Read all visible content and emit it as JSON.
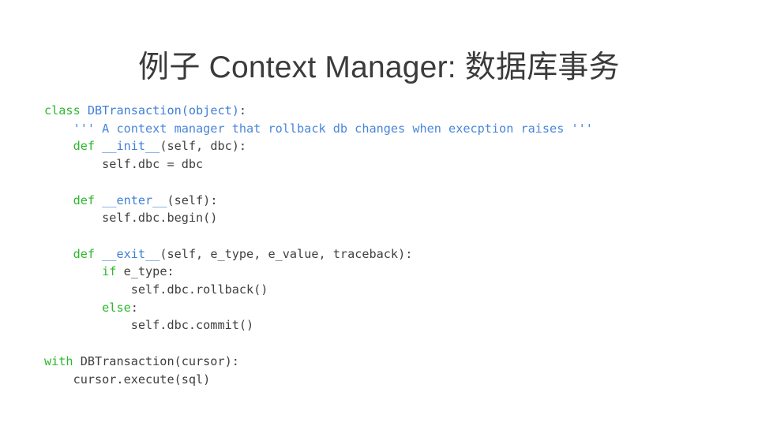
{
  "slide": {
    "title": "例子 Context Manager: 数据库事务",
    "background_color": "#ffffff",
    "title_color": "#3b3b3b"
  },
  "theme": {
    "keyword_color": "#2eb82e",
    "name_color": "#3f7fd6",
    "string_color": "#4a86d8",
    "plain_color": "#3f3f3f"
  },
  "code": {
    "language": "python",
    "lines": [
      {
        "id": "line-1",
        "tokens": [
          {
            "t": "class",
            "k": "kw"
          },
          {
            "t": " ",
            "k": "plain"
          },
          {
            "t": "DBTransaction(object)",
            "k": "name"
          },
          {
            "t": ":",
            "k": "plain"
          }
        ]
      },
      {
        "id": "line-2",
        "tokens": [
          {
            "t": "    ",
            "k": "plain"
          },
          {
            "t": "''' A context manager that rollback db changes when execption raises '''",
            "k": "str"
          }
        ]
      },
      {
        "id": "line-3",
        "tokens": [
          {
            "t": "    ",
            "k": "plain"
          },
          {
            "t": "def",
            "k": "kw"
          },
          {
            "t": " ",
            "k": "plain"
          },
          {
            "t": "__init__",
            "k": "name"
          },
          {
            "t": "(self, dbc):",
            "k": "plain"
          }
        ]
      },
      {
        "id": "line-4",
        "tokens": [
          {
            "t": "        self.dbc = dbc",
            "k": "plain"
          }
        ]
      },
      {
        "id": "line-5",
        "tokens": [
          {
            "t": "",
            "k": "plain"
          }
        ]
      },
      {
        "id": "line-6",
        "tokens": [
          {
            "t": "    ",
            "k": "plain"
          },
          {
            "t": "def",
            "k": "kw"
          },
          {
            "t": " ",
            "k": "plain"
          },
          {
            "t": "__enter__",
            "k": "name"
          },
          {
            "t": "(self):",
            "k": "plain"
          }
        ]
      },
      {
        "id": "line-7",
        "tokens": [
          {
            "t": "        self.dbc.begin()",
            "k": "plain"
          }
        ]
      },
      {
        "id": "line-8",
        "tokens": [
          {
            "t": "",
            "k": "plain"
          }
        ]
      },
      {
        "id": "line-9",
        "tokens": [
          {
            "t": "    ",
            "k": "plain"
          },
          {
            "t": "def",
            "k": "kw"
          },
          {
            "t": " ",
            "k": "plain"
          },
          {
            "t": "__exit__",
            "k": "name"
          },
          {
            "t": "(self, e_type, e_value, traceback):",
            "k": "plain"
          }
        ]
      },
      {
        "id": "line-10",
        "tokens": [
          {
            "t": "        ",
            "k": "plain"
          },
          {
            "t": "if",
            "k": "kw"
          },
          {
            "t": " e_type:",
            "k": "plain"
          }
        ]
      },
      {
        "id": "line-11",
        "tokens": [
          {
            "t": "            self.dbc.rollback()",
            "k": "plain"
          }
        ]
      },
      {
        "id": "line-12",
        "tokens": [
          {
            "t": "        ",
            "k": "plain"
          },
          {
            "t": "else",
            "k": "kw"
          },
          {
            "t": ":",
            "k": "plain"
          }
        ]
      },
      {
        "id": "line-13",
        "tokens": [
          {
            "t": "            self.dbc.commit()",
            "k": "plain"
          }
        ]
      },
      {
        "id": "line-14",
        "tokens": [
          {
            "t": "",
            "k": "plain"
          }
        ]
      },
      {
        "id": "line-15",
        "tokens": [
          {
            "t": "with",
            "k": "kw"
          },
          {
            "t": " DBTransaction(cursor):",
            "k": "plain"
          }
        ]
      },
      {
        "id": "line-16",
        "tokens": [
          {
            "t": "    cursor.execute(sql)",
            "k": "plain"
          }
        ]
      }
    ]
  }
}
